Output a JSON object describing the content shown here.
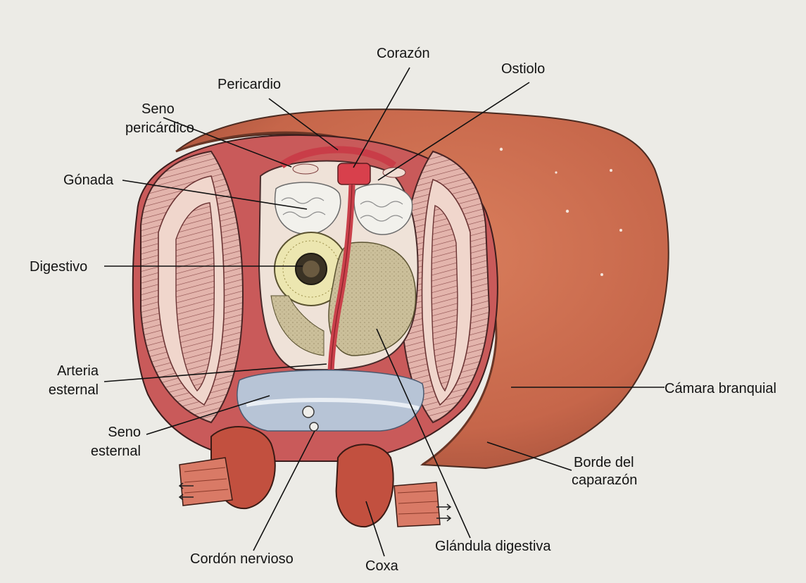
{
  "figure": {
    "labels": {
      "corazon": "Corazón",
      "ostiolo": "Ostiolo",
      "pericardio": "Pericardio",
      "seno_pericardico_1": "Seno",
      "seno_pericardico_2": "pericárdico",
      "gonada": "Gónada",
      "digestivo": "Digestivo",
      "arteria_esternal_1": "Arteria",
      "arteria_esternal_2": "esternal",
      "seno_esternal_1": "Seno",
      "seno_esternal_2": "esternal",
      "camara_branquial": "Cámara branquial",
      "borde_caparazon_1": "Borde del",
      "borde_caparazon_2": "caparazón",
      "cordon_nervioso": "Cordón nervioso",
      "coxa": "Coxa",
      "glandula_digestiva": "Glándula digestiva"
    },
    "colors": {
      "carapace": "#c96a4c",
      "carapace_dark": "#a9523a",
      "gill_pink": "#d98a86",
      "vessel_red": "#c9404a",
      "sinus_blue": "#b7c4d6",
      "gonad_white": "#efeeea",
      "gut_yellow": "#ece6b0",
      "gland_tan": "#cbbf9a",
      "muscle_red": "#c2503f"
    }
  }
}
